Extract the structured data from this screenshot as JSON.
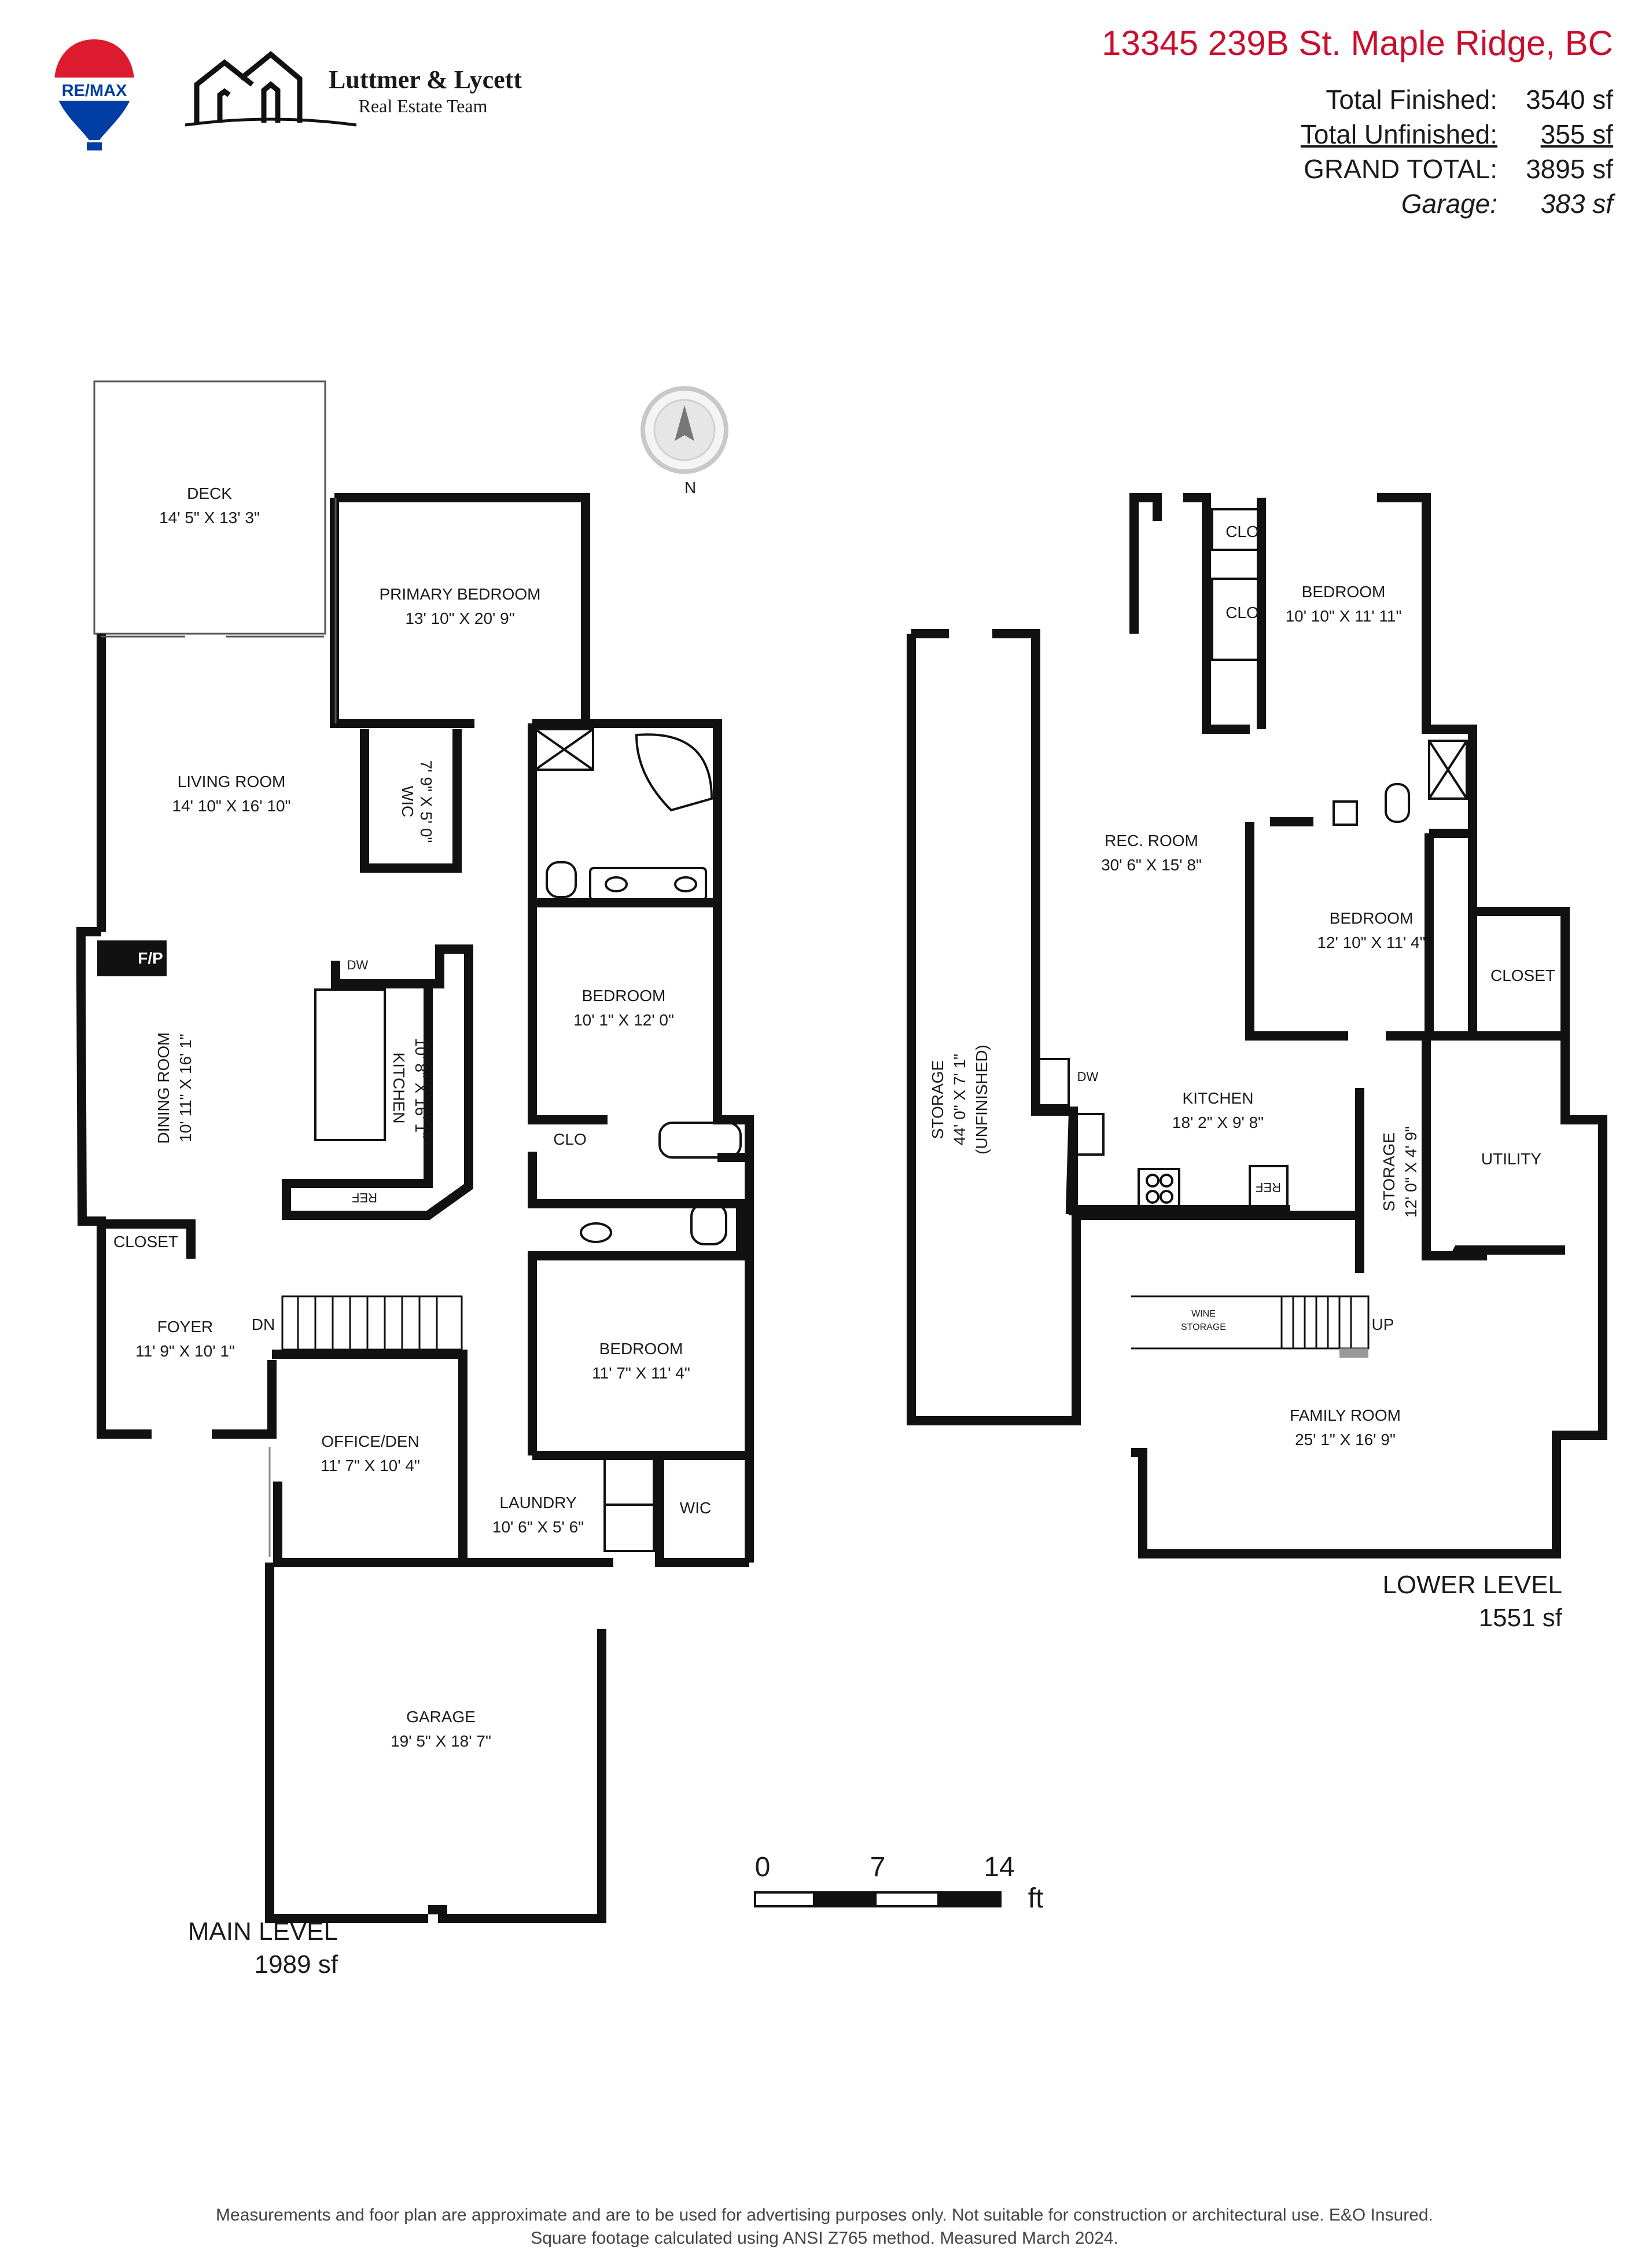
{
  "header": {
    "address": "13345 239B St. Maple Ridge, BC",
    "sqft": [
      {
        "label": "Total Finished:",
        "value": "3540 sf",
        "style": "normal"
      },
      {
        "label": "Total Unfinished:",
        "value": "355 sf",
        "style": "underline"
      },
      {
        "label": "GRAND TOTAL:",
        "value": "3895 sf",
        "style": "normal"
      },
      {
        "label": "Garage:",
        "value": "383 sf",
        "style": "italic"
      }
    ]
  },
  "branding": {
    "remax_logo": "RE/MAX",
    "team_name": "Luttmer & Lycett",
    "team_subtitle": "Real Estate Team",
    "team_icon": "house-outline-icon"
  },
  "compass": {
    "label": "N",
    "icon": "compass-icon"
  },
  "main_level": {
    "label": "MAIN LEVEL",
    "area": "1989 sf",
    "rooms": [
      {
        "name": "DECK",
        "dims": "14' 5\" X 13' 3\""
      },
      {
        "name": "PRIMARY BEDROOM",
        "dims": "13' 10\" X 20' 9\""
      },
      {
        "name": "LIVING ROOM",
        "dims": "14' 10\" X 16' 10\""
      },
      {
        "name": "WIC",
        "dims": "7' 9\" X 5' 0\""
      },
      {
        "name": "DINING ROOM",
        "dims": "10' 11\" X 16' 1\""
      },
      {
        "name": "KITCHEN",
        "dims": "10' 8\" X 16' 1\""
      },
      {
        "name": "BEDROOM",
        "dims": "10' 1\" X 12' 0\""
      },
      {
        "name": "FOYER",
        "dims": "11' 9\" X 10' 1\""
      },
      {
        "name": "BEDROOM",
        "dims": "11' 7\" X 11' 4\""
      },
      {
        "name": "OFFICE/DEN",
        "dims": "11' 7\" X 10' 4\""
      },
      {
        "name": "LAUNDRY",
        "dims": "10' 6\" X 5' 6\""
      },
      {
        "name": "GARAGE",
        "dims": "19' 5\" X 18' 7\""
      }
    ],
    "labels": {
      "fp": "F/P",
      "dw": "DW",
      "ref": "REF",
      "closet": "CLOSET",
      "clo": "CLO",
      "dn": "DN",
      "wic2": "WIC"
    }
  },
  "lower_level": {
    "label": "LOWER LEVEL",
    "area": "1551 sf",
    "rooms": [
      {
        "name": "BEDROOM",
        "dims": "10' 10\" X 11' 11\""
      },
      {
        "name": "REC. ROOM",
        "dims": "30' 6\" X 15' 8\""
      },
      {
        "name": "BEDROOM",
        "dims": "12' 10\" X 11' 4\""
      },
      {
        "name": "STORAGE",
        "dims": "44' 0\" X 7' 1\"",
        "note": "(UNFINISHED)"
      },
      {
        "name": "KITCHEN",
        "dims": "18' 2\" X 9' 8\""
      },
      {
        "name": "STORAGE",
        "dims": "12' 0\" X 4' 9\""
      },
      {
        "name": "UTILITY",
        "dims": ""
      },
      {
        "name": "FAMILY ROOM",
        "dims": "25' 1\" X 16' 9\""
      }
    ],
    "labels": {
      "clo": "CLO",
      "closet": "CLOSET",
      "dw": "DW",
      "ref": "REF",
      "wine1": "WINE",
      "wine2": "STORAGE",
      "up": "UP"
    }
  },
  "scale": {
    "ticks": [
      "0",
      "7",
      "14"
    ],
    "unit": "ft"
  },
  "footer": {
    "line1": "Measurements and foor plan are approximate and are to be used for advertising purposes only. Not suitable for construction or architectural use. E&O Insured.",
    "line2": "Square footage calculated using ANSI Z765 method. Measured March 2024."
  },
  "colors": {
    "accent": "#c8102e",
    "wall": "#111111",
    "remax_blue": "#003da5",
    "remax_red": "#dc1c2e"
  }
}
